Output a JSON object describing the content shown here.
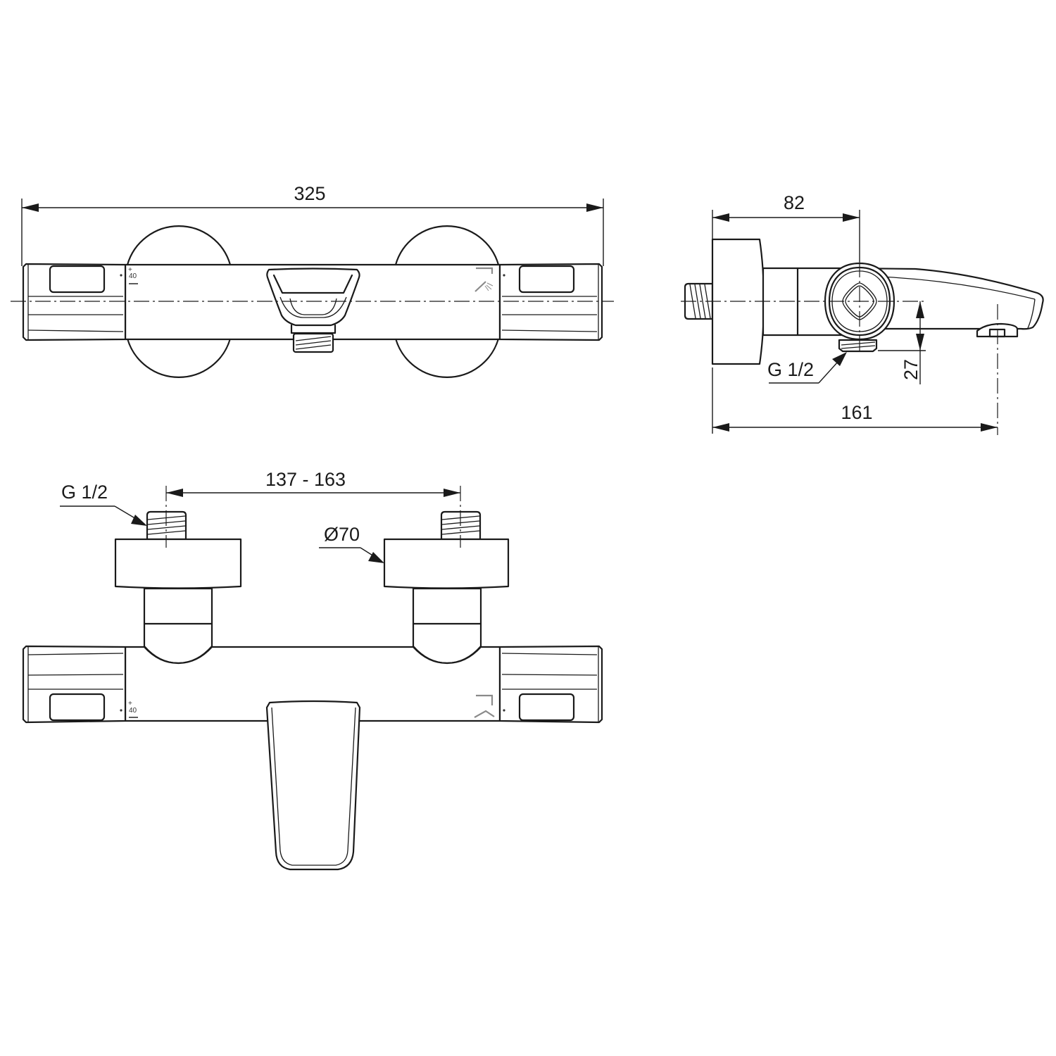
{
  "drawing": {
    "type": "technical-dimension-drawing",
    "subject": "wall-mounted thermostatic bath mixer",
    "units": "mm",
    "colors": {
      "line": "#1a1a1a",
      "symbol_gray": "#8a8a8a",
      "background": "#ffffff"
    }
  },
  "views": {
    "top_view": {
      "dimensions": {
        "overall_width": "325"
      },
      "markings": {
        "temp_plus": "+",
        "temp_value": "40",
        "temp_minus": "−"
      },
      "icons": [
        "shower-diverter-icon",
        "bath-spout-icon"
      ]
    },
    "side_view": {
      "dimensions": {
        "wall_to_handle_axis": "82",
        "outlet_height": "27",
        "wall_to_spout_outlet": "161",
        "outlet_thread": "G 1/2"
      }
    },
    "front_view": {
      "dimensions": {
        "inlet_centres": "137 - 163",
        "inlet_thread": "G 1/2",
        "escutcheon_diameter": "Ø70"
      },
      "markings": {
        "temp_plus": "+",
        "temp_value": "40",
        "temp_minus": "−"
      }
    }
  }
}
